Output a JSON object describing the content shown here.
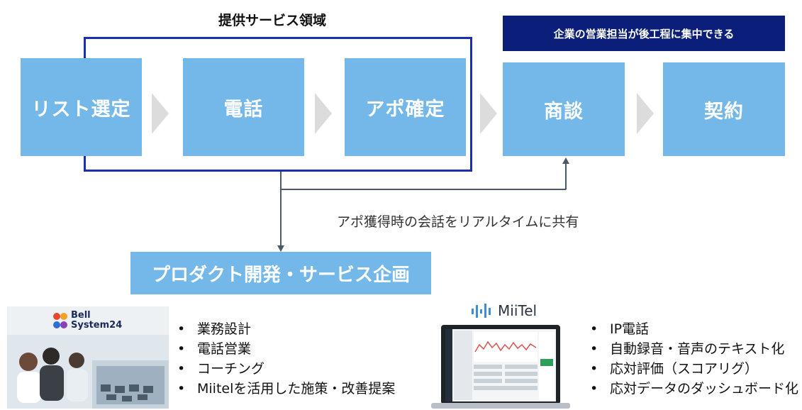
{
  "scope_title": "提供サービス領域",
  "banner_text": "企業の営業担当が後工程に集中できる",
  "steps": [
    "リスト選定",
    "電話",
    "アポ確定",
    "商談",
    "契約"
  ],
  "share_caption": "アポ獲得時の会話をリアルタイムに共有",
  "product_box": "プロダクト開発・サービス企画",
  "bell": {
    "logo_line1": "Bell",
    "logo_line2": "System24",
    "bullets": [
      "業務設計",
      "電話営業",
      "コーチング",
      "Miitelを活用した施策・改善提案"
    ]
  },
  "miitel": {
    "logo_text": "MiiTel",
    "bullets": [
      "IP電話",
      "自動録音・音声のテキスト化",
      "応対評価（スコアリグ）",
      "応対データのダッシュボード化"
    ]
  },
  "bullet_glyph": "•",
  "colors": {
    "step_fill": "#74b8ea",
    "scope_outline": "#1a2fb0",
    "banner_fill": "#0b1f7a",
    "chevron": "#dcdcdc",
    "connector": "#4a5a6a"
  }
}
